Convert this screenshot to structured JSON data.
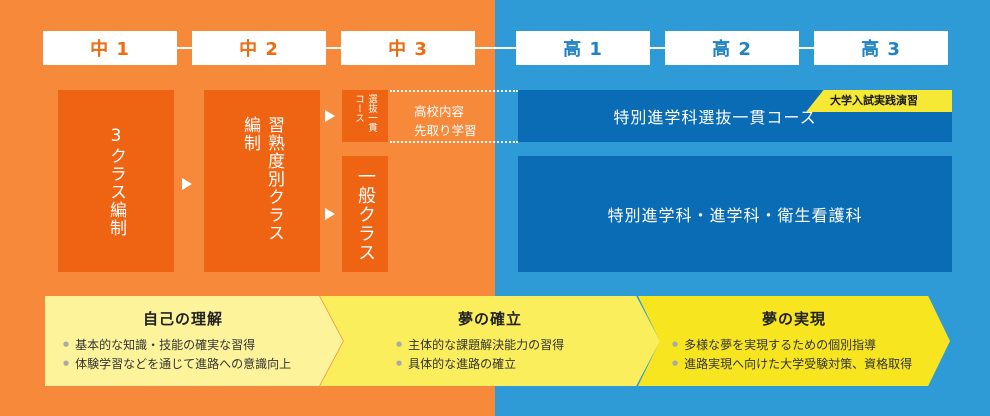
{
  "grades": [
    "中 1",
    "中 2",
    "中 3",
    "高 1",
    "高 2",
    "高 3"
  ],
  "junior": {
    "g1_box": "3クラス編制",
    "g2_box": "習熟度別クラス編制",
    "g3_special": "選抜一貫コース",
    "g3_general": "一般クラス"
  },
  "note_lines": [
    "高校内容",
    "先取り学習"
  ],
  "high": {
    "special_course": "特別進学科選抜一貫コース",
    "badge": "大学入試実践演習",
    "general_courses": "特別進学科・進学科・衛生看護科"
  },
  "phases": [
    {
      "title": "自己の理解",
      "items": [
        "基本的な知識・技能の確実な習得",
        "体験学習などを通じて進路への意識向上"
      ]
    },
    {
      "title": "夢の確立",
      "items": [
        "主体的な課題解決能力の習得",
        "具体的な進路の確立"
      ]
    },
    {
      "title": "夢の実現",
      "items": [
        "多様な夢を実現するための個別指導",
        "進路実現へ向けた大学受験対策、資格取得"
      ]
    }
  ],
  "colors": {
    "junior_bg": "#f7893b",
    "senior_bg": "#2f9bd6",
    "junior_box": "#ee6412",
    "senior_box": "#0b6cb6",
    "phase1": "#fdf39a",
    "phase2": "#fbee5c",
    "phase3": "#f7e51f",
    "badge": "#f5e936"
  }
}
